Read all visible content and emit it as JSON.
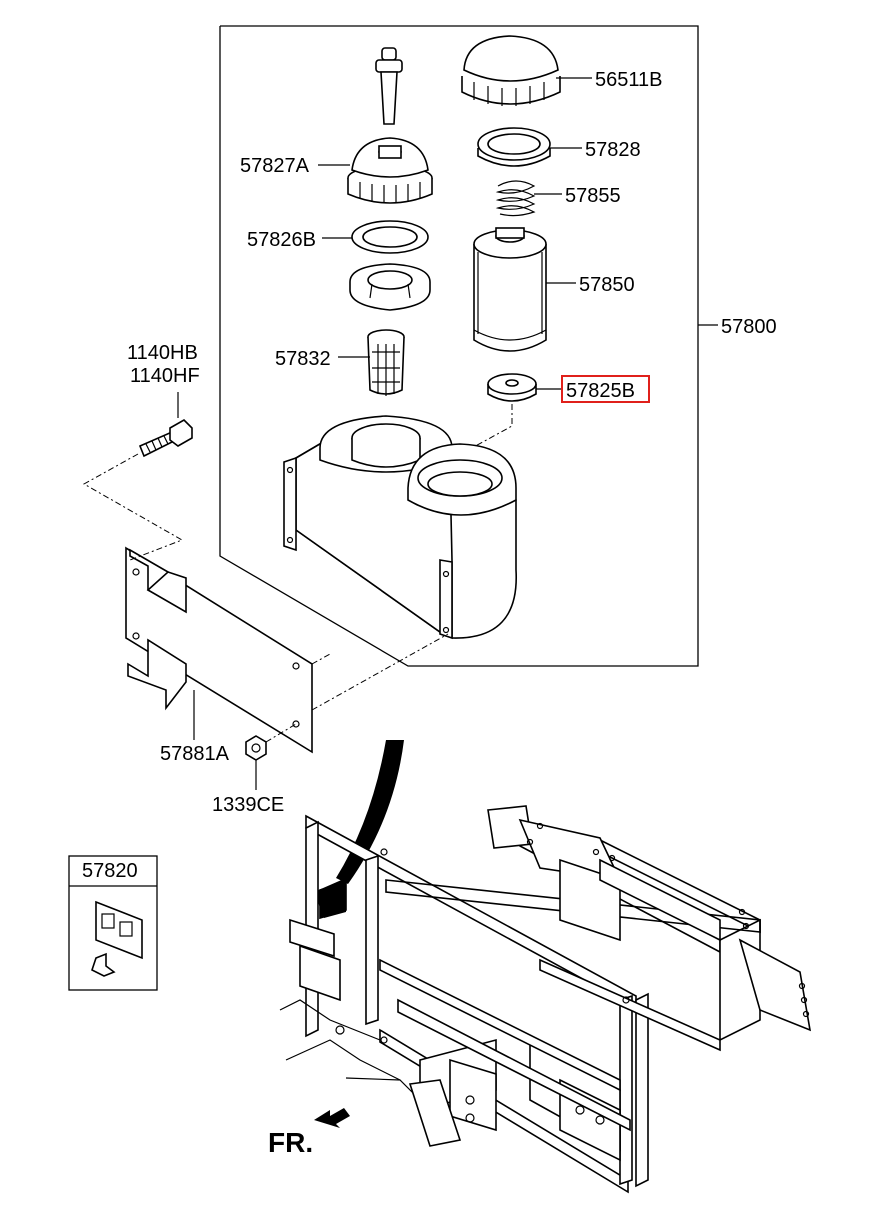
{
  "diagram": {
    "labels": {
      "p56511B": "56511B",
      "p57828": "57828",
      "p57827A": "57827A",
      "p57855": "57855",
      "p57826B": "57826B",
      "p57850": "57850",
      "p57800": "57800",
      "p1140HB": "1140HB",
      "p1140HF": "1140HF",
      "p57832": "57832",
      "p57825B": "57825B",
      "p57881A": "57881A",
      "p1339CE": "1339CE",
      "p57820": "57820",
      "fr": "FR."
    },
    "highlighted_part": "57825B",
    "highlight_color": "#e0201b"
  }
}
